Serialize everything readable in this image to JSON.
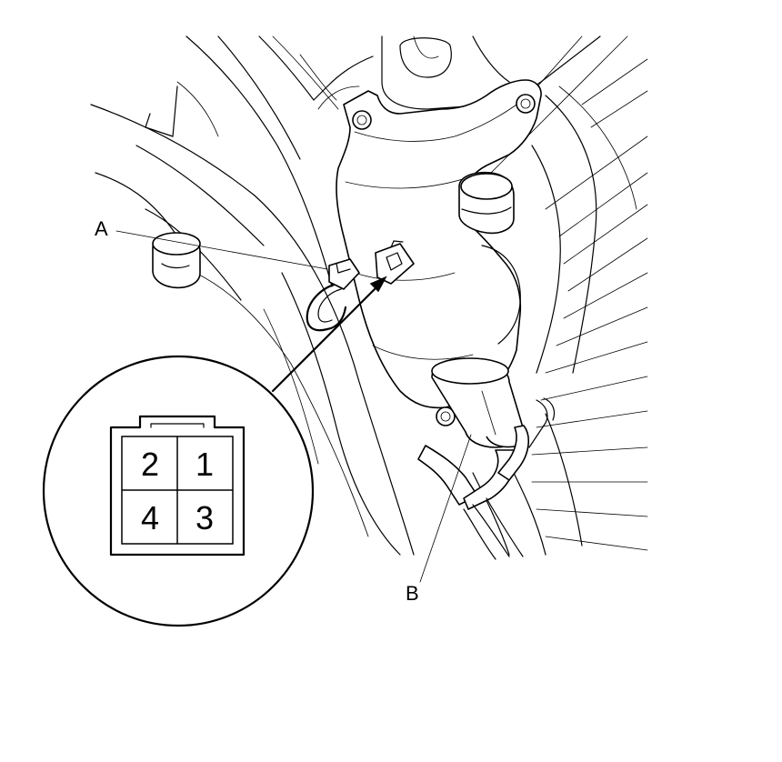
{
  "callouts": {
    "a": "A",
    "b": "B"
  },
  "connector_pins": {
    "top_left": "2",
    "top_right": "1",
    "bottom_left": "4",
    "bottom_right": "3"
  },
  "colors": {
    "line": "#000000",
    "background": "#ffffff"
  }
}
